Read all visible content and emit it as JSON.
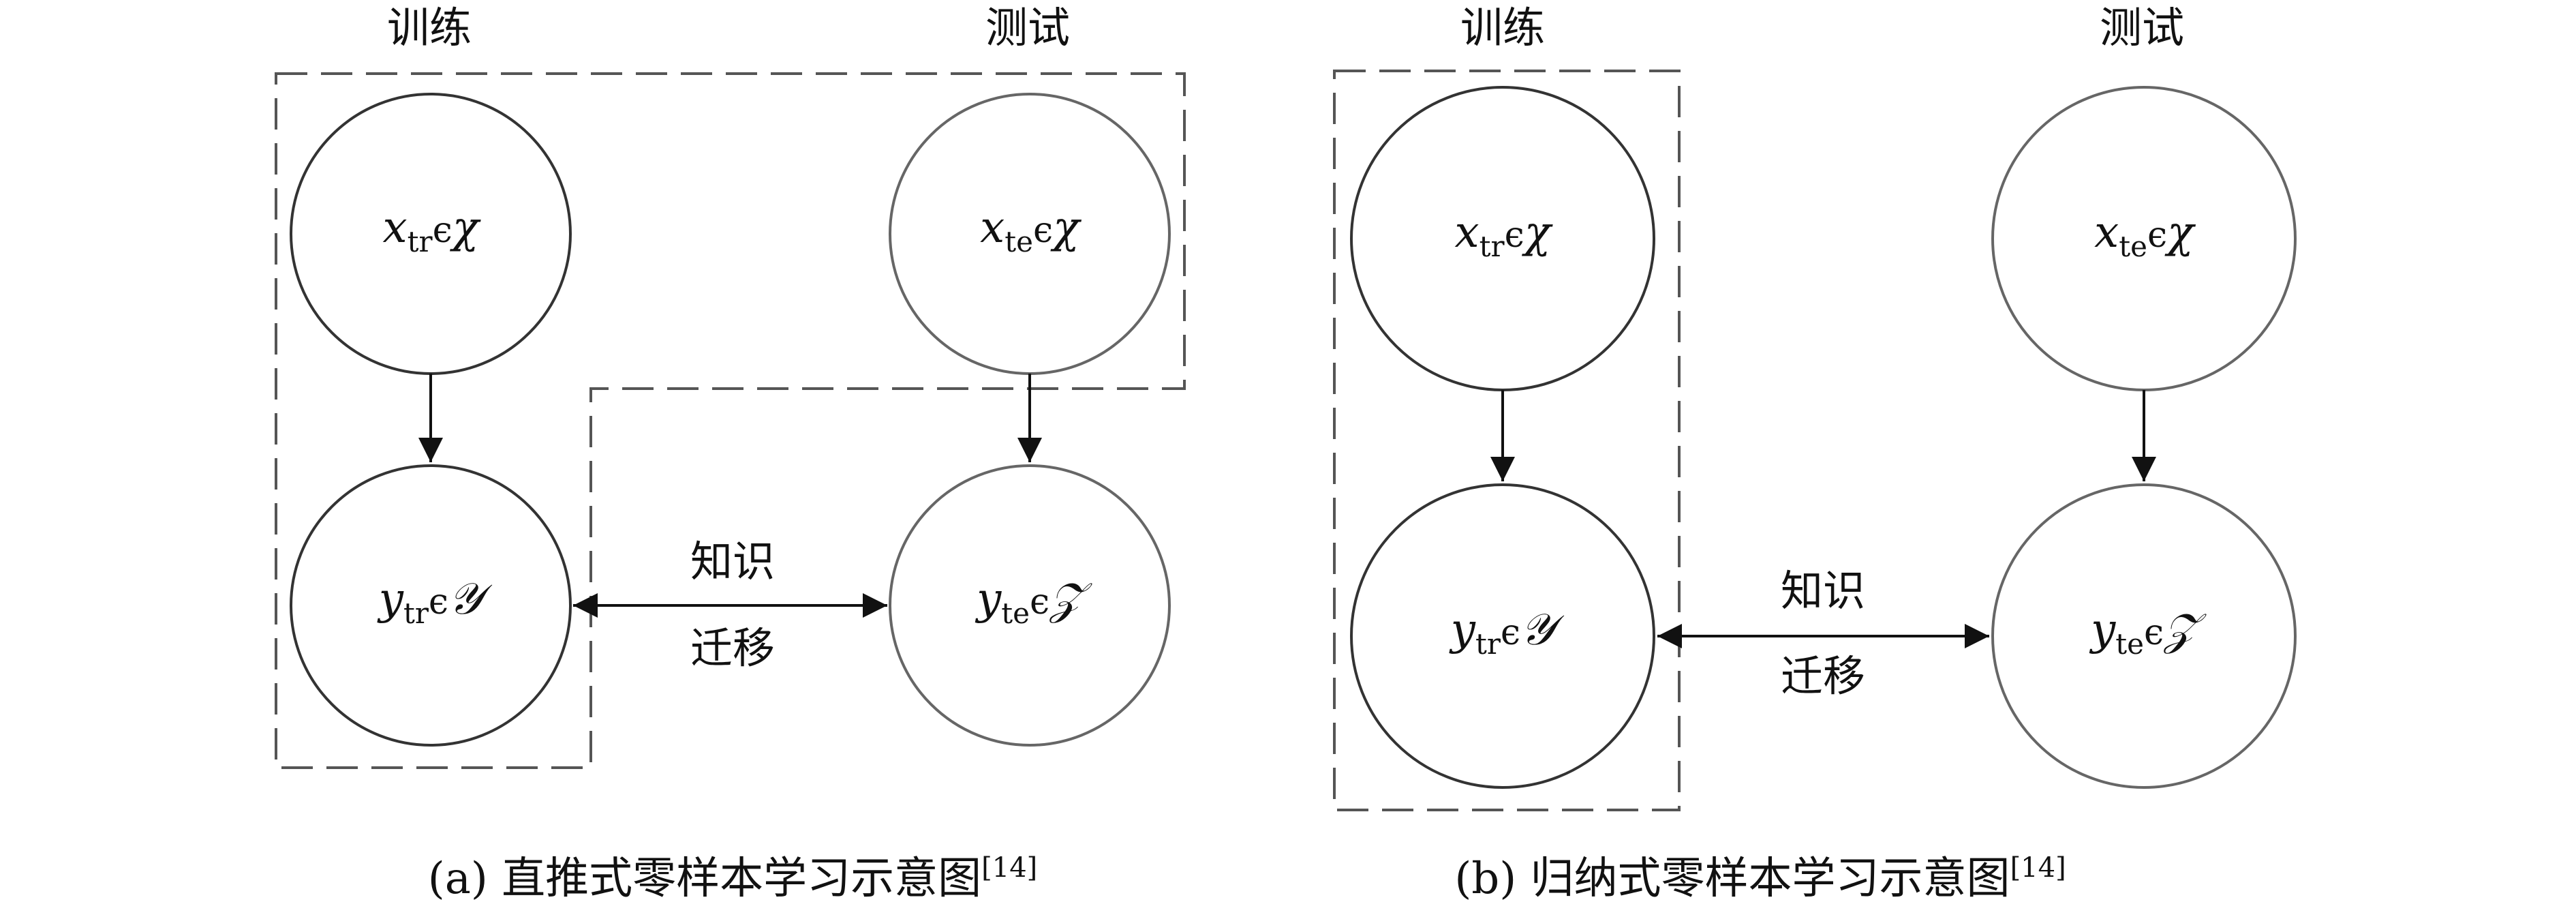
{
  "panel_a": {
    "train_label": "训练",
    "test_label": "测试",
    "nodes": {
      "x_tr": {
        "var": "x",
        "sub": "tr",
        "set": "χ"
      },
      "y_tr": {
        "var": "y",
        "sub": "tr",
        "set": "𝒴"
      },
      "x_te": {
        "var": "x",
        "sub": "te",
        "set": "χ"
      },
      "y_te": {
        "var": "y",
        "sub": "te",
        "set": "𝒵"
      }
    },
    "transfer_line1": "知识",
    "transfer_line2": "迁移",
    "caption": "(a) 直推式零样本学习示意图",
    "caption_ref": "[14]"
  },
  "panel_b": {
    "train_label": "训练",
    "test_label": "测试",
    "nodes": {
      "x_tr": {
        "var": "x",
        "sub": "tr",
        "set": "χ"
      },
      "y_tr": {
        "var": "y",
        "sub": "tr",
        "set": "𝒴"
      },
      "x_te": {
        "var": "x",
        "sub": "te",
        "set": "χ"
      },
      "y_te": {
        "var": "y",
        "sub": "te",
        "set": "𝒵"
      }
    },
    "transfer_line1": "知识",
    "transfer_line2": "迁移",
    "caption": "(b) 归纳式零样本学习示意图",
    "caption_ref": "[14]"
  },
  "in_symbol": "ϵ"
}
